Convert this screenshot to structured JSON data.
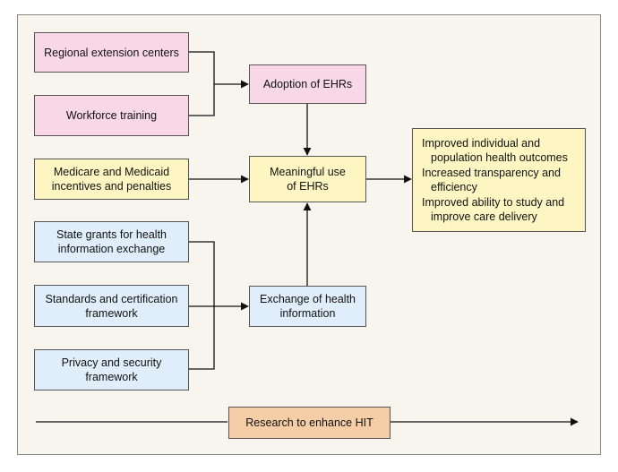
{
  "diagram": {
    "inputs_pink": [
      {
        "id": "rec",
        "label": "Regional extension centers"
      },
      {
        "id": "wft",
        "label": "Workforce training"
      }
    ],
    "inputs_yellow": [
      {
        "id": "mmi",
        "label": "Medicare and Medicaid\nincentives and penalties"
      }
    ],
    "inputs_blue": [
      {
        "id": "sgh",
        "label": "State grants for health\ninformation exchange"
      },
      {
        "id": "scf",
        "label": "Standards and certification\nframework"
      },
      {
        "id": "psf",
        "label": "Privacy and security\nframework"
      }
    ],
    "middle": {
      "adoption": "Adoption of EHRs",
      "meaningful_use": "Meaningful use\nof EHRs",
      "exchange": "Exchange of health\ninformation"
    },
    "outcomes": [
      "Improved individual and population health outcomes",
      "Increased transparency and efficiency",
      "Improved ability to study and improve care delivery"
    ],
    "research": "Research to enhance HIT"
  },
  "colors": {
    "pink": "#f8d8e6",
    "yellow": "#fdf6c3",
    "blue": "#dfeefa",
    "orange": "#f5cea8",
    "panel": "#f7f5ee",
    "line": "#111111"
  }
}
